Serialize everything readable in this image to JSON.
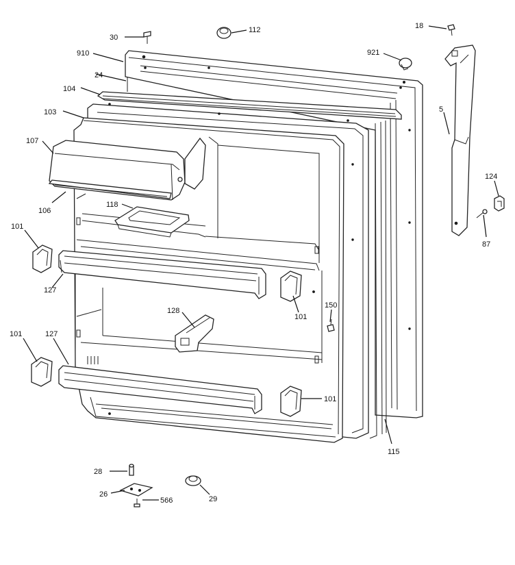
{
  "callouts": {
    "c30": "30",
    "c112": "112",
    "c18": "18",
    "c910": "910",
    "c921": "921",
    "c24": "24",
    "c104": "104",
    "c5": "5",
    "c103": "103",
    "c107": "107",
    "c124": "124",
    "c118": "118",
    "c106": "106",
    "c87": "87",
    "c101a": "101",
    "c127a": "127",
    "c101b": "101",
    "c150": "150",
    "c128": "128",
    "c101c": "101",
    "c127b": "127",
    "c101d": "101",
    "c115": "115",
    "c28": "28",
    "c26": "26",
    "c566": "566",
    "c29": "29"
  }
}
